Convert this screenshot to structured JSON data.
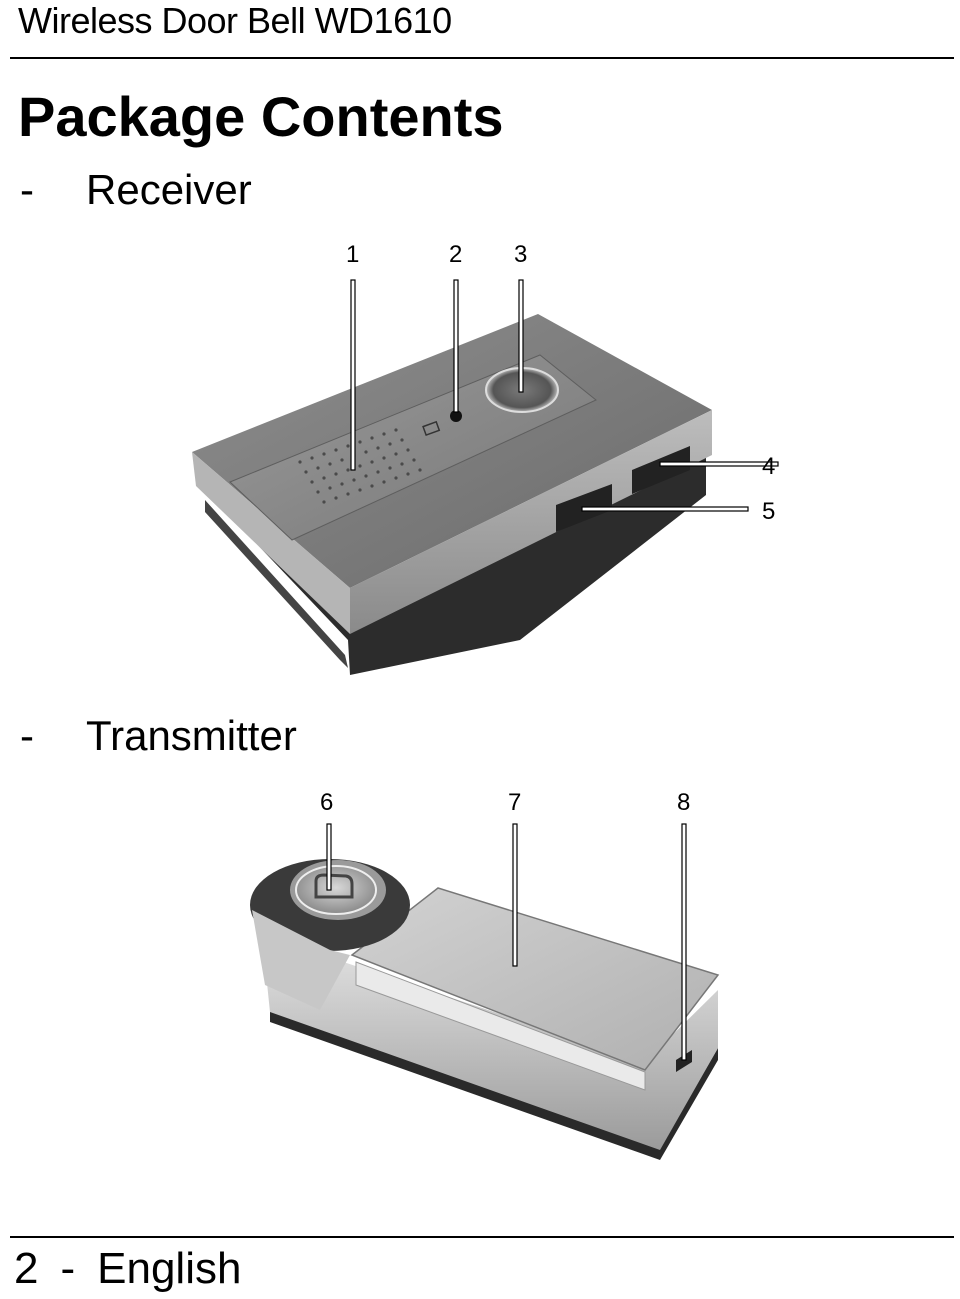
{
  "header": {
    "title": "Wireless Door Bell WD1610"
  },
  "section": {
    "heading": "Package Contents"
  },
  "items": [
    {
      "dash": "-",
      "label": "Receiver",
      "callouts": [
        "1",
        "2",
        "3",
        "4",
        "5"
      ]
    },
    {
      "dash": "-",
      "label": "Transmitter",
      "callouts": [
        "6",
        "7",
        "8"
      ]
    }
  ],
  "footer": {
    "page_number": "2",
    "separator": "-",
    "language": "English"
  }
}
